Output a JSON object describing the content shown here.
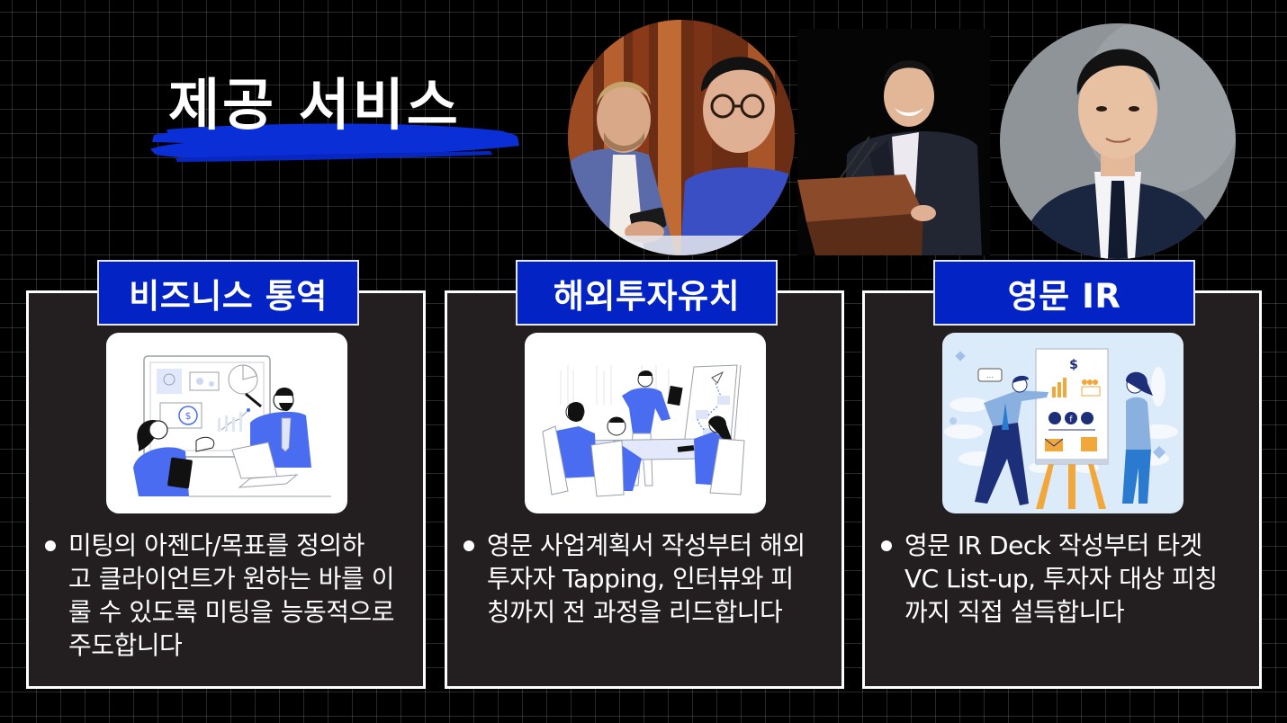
{
  "page": {
    "title": "제공 서비스",
    "colors": {
      "background": "#000000",
      "grid_line": "#2a2a2a",
      "accent_blue": "#0323c4",
      "brush_blue": "#0a2fd6",
      "card_bg": "#231f20",
      "card_border": "#ffffff",
      "text": "#ffffff",
      "illustration_accent": "#4a6cf0"
    }
  },
  "photos": [
    {
      "alt": "Two men in conversation, one holding a phone, wood-panel background"
    },
    {
      "alt": "Smiling man in dark suit speaking at a podium"
    },
    {
      "alt": "Professional headshot of man in navy suit and tie"
    }
  ],
  "cards": [
    {
      "title": "비즈니스 통역",
      "illustration": "business-meeting-illustration",
      "bullet_lines": [
        "미팅의 아젠다/목표를 정의하",
        "고 클라이언트가 원하는 바를 이",
        "룰 수 있도록 미팅을 능동적으로",
        "주도합니다"
      ]
    },
    {
      "title": "해외투자유치",
      "illustration": "team-presentation-illustration",
      "bullet_lines": [
        "영문 사업계획서 작성부터 해외",
        "투자자 Tapping, 인터뷰와 피",
        "칭까지 전 과정을 리드합니다"
      ]
    },
    {
      "title": "영문 IR",
      "illustration": "pitch-board-illustration",
      "bullet_lines": [
        "영문 IR Deck 작성부터 타겟",
        "VC List-up, 투자자 대상 피칭",
        "까지 직접 설득합니다"
      ]
    }
  ]
}
